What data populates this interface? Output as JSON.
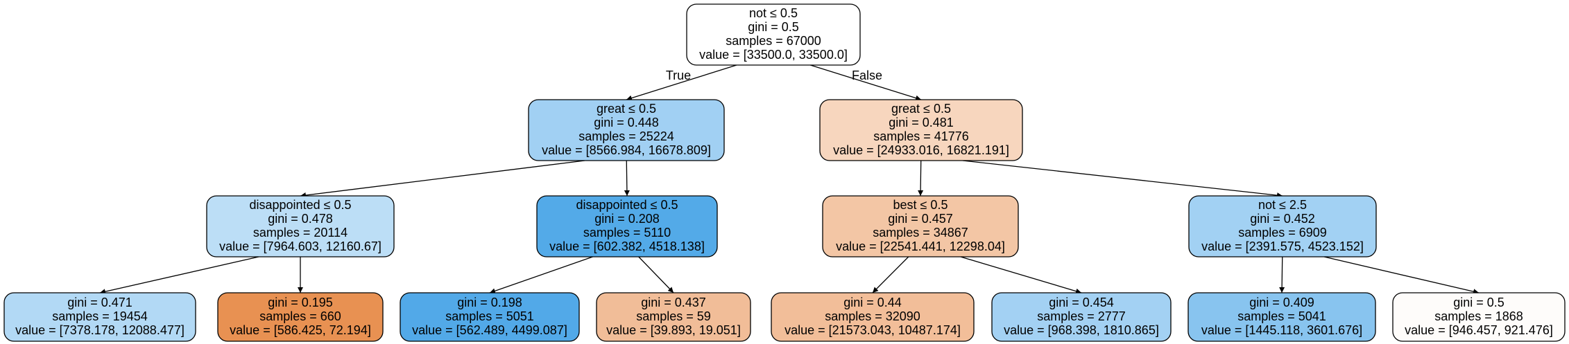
{
  "tree": {
    "nodes": [
      {
        "id": "n0",
        "lines": [
          "not ≤ 0.5",
          "gini = 0.5",
          "samples = 67000",
          "value = [33500.0, 33500.0]"
        ],
        "fill": "#ffffff"
      },
      {
        "id": "n1",
        "lines": [
          "great ≤ 0.5",
          "gini = 0.448",
          "samples = 25224",
          "value = [8566.984, 16678.809]"
        ],
        "fill": "#a1d0f3"
      },
      {
        "id": "n2",
        "lines": [
          "great ≤ 0.5",
          "gini = 0.481",
          "samples = 41776",
          "value = [24933.016, 16821.191]"
        ],
        "fill": "#f7d6be"
      },
      {
        "id": "n3",
        "lines": [
          "disappointed ≤ 0.5",
          "gini = 0.478",
          "samples = 20114",
          "value = [7964.603, 12160.67]"
        ],
        "fill": "#bcdef6"
      },
      {
        "id": "n4",
        "lines": [
          "disappointed ≤ 0.5",
          "gini = 0.208",
          "samples = 5110",
          "value = [602.382, 4518.138]"
        ],
        "fill": "#53aae8"
      },
      {
        "id": "n5",
        "lines": [
          "best ≤ 0.5",
          "gini = 0.457",
          "samples = 34867",
          "value = [22541.441, 12298.04]"
        ],
        "fill": "#f3c6a5"
      },
      {
        "id": "n6",
        "lines": [
          "not ≤ 2.5",
          "gini = 0.452",
          "samples = 6909",
          "value = [2391.575, 4523.152]"
        ],
        "fill": "#a2d1f3"
      },
      {
        "id": "n7",
        "lines": [
          "gini = 0.471",
          "samples = 19454",
          "value = [7378.178, 12088.477]"
        ],
        "fill": "#b2d9f5"
      },
      {
        "id": "n8",
        "lines": [
          "gini = 0.195",
          "samples = 660",
          "value = [586.425, 72.194]"
        ],
        "fill": "#e89152"
      },
      {
        "id": "n9",
        "lines": [
          "gini = 0.198",
          "samples = 5051",
          "value = [562.489, 4499.087]"
        ],
        "fill": "#52a9e8"
      },
      {
        "id": "n10",
        "lines": [
          "gini = 0.437",
          "samples = 59",
          "value = [39.893, 19.051]"
        ],
        "fill": "#f1bd98"
      },
      {
        "id": "n11",
        "lines": [
          "gini = 0.44",
          "samples = 32090",
          "value = [21573.043, 10487.174]"
        ],
        "fill": "#f2be99"
      },
      {
        "id": "n12",
        "lines": [
          "gini = 0.454",
          "samples = 2777",
          "value = [968.398, 1810.865]"
        ],
        "fill": "#a3d1f3"
      },
      {
        "id": "n13",
        "lines": [
          "gini = 0.409",
          "samples = 5041",
          "value = [1445.118, 3601.676]"
        ],
        "fill": "#88c4ef"
      },
      {
        "id": "n14",
        "lines": [
          "gini = 0.5",
          "samples = 1868",
          "value = [946.457, 921.476]"
        ],
        "fill": "#fefcfa"
      }
    ],
    "edges": [
      {
        "from": "n0",
        "to": "n1",
        "label": "True"
      },
      {
        "from": "n0",
        "to": "n2",
        "label": "False"
      },
      {
        "from": "n1",
        "to": "n3",
        "label": ""
      },
      {
        "from": "n1",
        "to": "n4",
        "label": ""
      },
      {
        "from": "n2",
        "to": "n5",
        "label": ""
      },
      {
        "from": "n2",
        "to": "n6",
        "label": ""
      },
      {
        "from": "n3",
        "to": "n7",
        "label": ""
      },
      {
        "from": "n3",
        "to": "n8",
        "label": ""
      },
      {
        "from": "n4",
        "to": "n9",
        "label": ""
      },
      {
        "from": "n4",
        "to": "n10",
        "label": ""
      },
      {
        "from": "n5",
        "to": "n11",
        "label": ""
      },
      {
        "from": "n5",
        "to": "n12",
        "label": ""
      },
      {
        "from": "n6",
        "to": "n13",
        "label": ""
      },
      {
        "from": "n6",
        "to": "n14",
        "label": ""
      }
    ]
  }
}
